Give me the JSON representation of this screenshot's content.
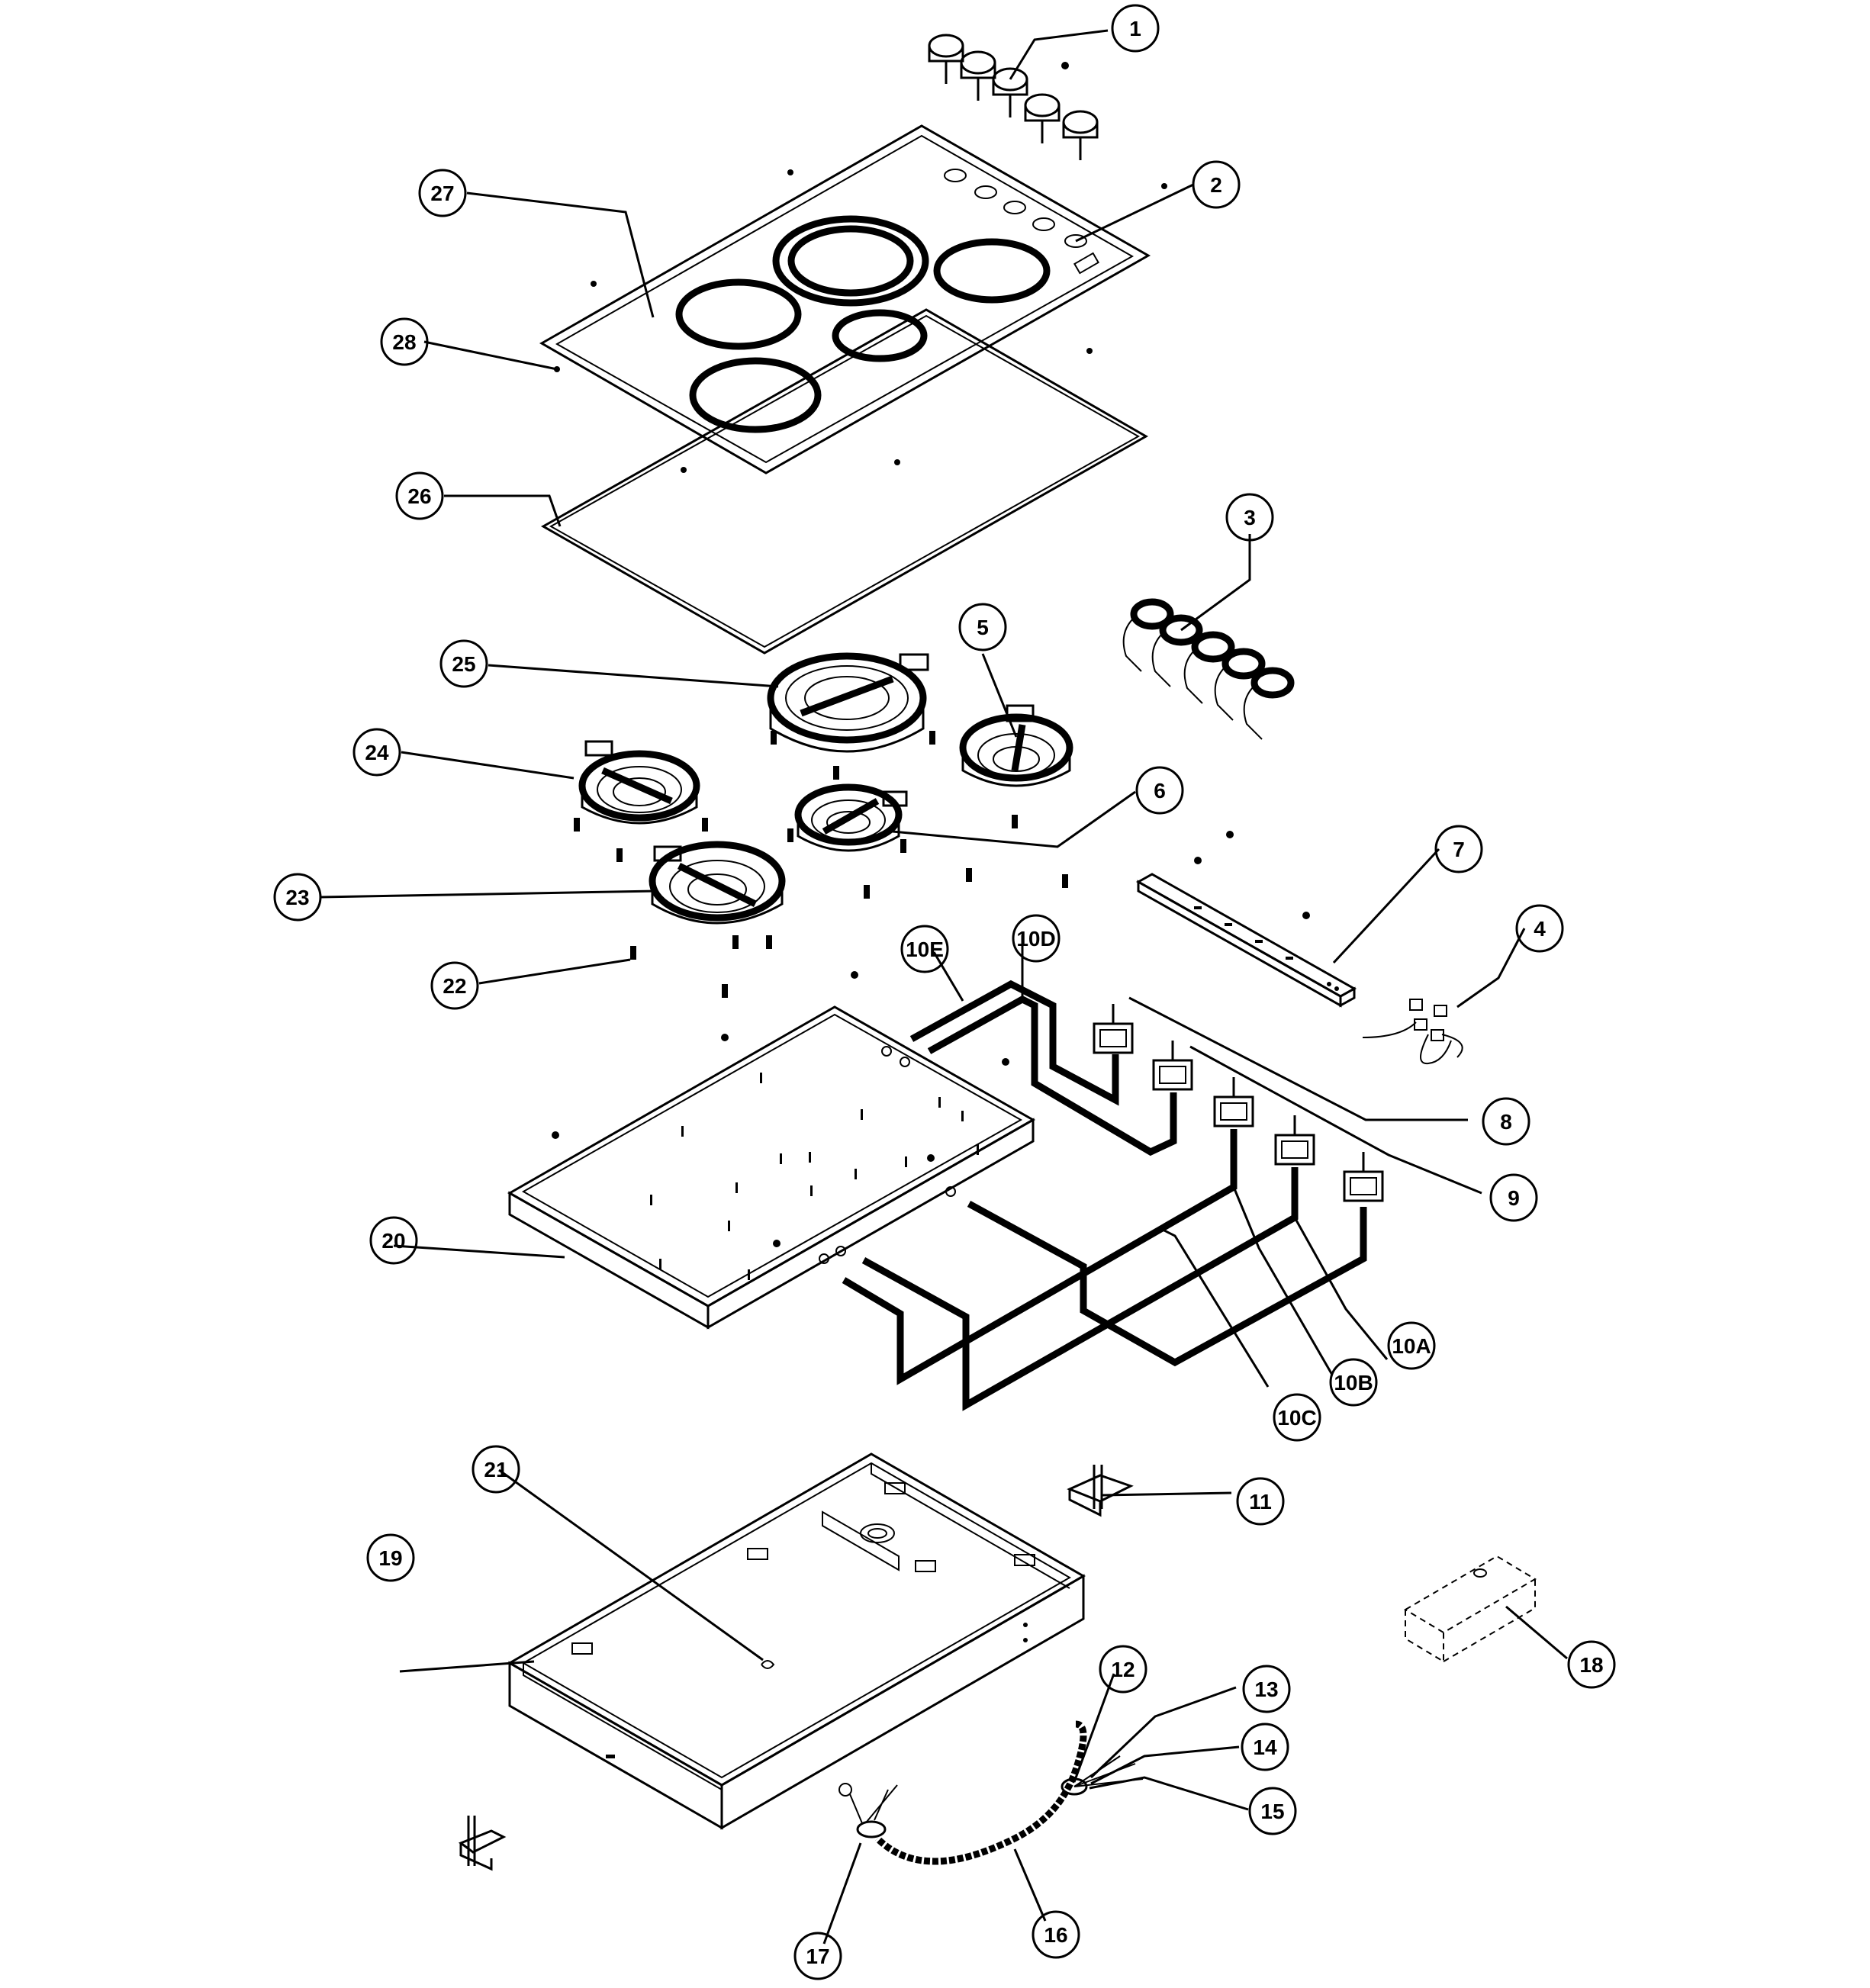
{
  "callouts": [
    "1",
    "2",
    "3",
    "4",
    "5",
    "6",
    "7",
    "8",
    "9",
    "10A",
    "10B",
    "10C",
    "10D",
    "10E",
    "11",
    "12",
    "13",
    "14",
    "15",
    "16",
    "17",
    "18",
    "19",
    "20",
    "21",
    "22",
    "23",
    "24",
    "25",
    "26",
    "27",
    "28"
  ],
  "colors": {
    "line": "#000000",
    "background": "#ffffff"
  }
}
